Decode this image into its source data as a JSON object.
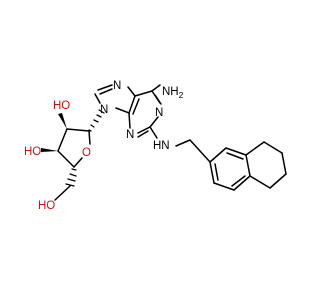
{
  "molecule": {
    "atoms": {
      "nh2": {
        "symbol": "NH",
        "subscript": "2",
        "color": "#000000"
      },
      "n7": {
        "symbol": "N",
        "color": "#000000"
      },
      "n9": {
        "symbol": "N",
        "color": "#000000"
      },
      "n1": {
        "symbol": "N",
        "color": "#000000"
      },
      "n3": {
        "symbol": "N",
        "color": "#000000"
      },
      "nh_linker": {
        "symbol": "HN",
        "color": "#000000"
      },
      "ho_2prime": {
        "symbol": "HO",
        "color": "#d01010"
      },
      "ho_3prime": {
        "symbol": "HO",
        "color": "#d01010"
      },
      "o_ring": {
        "symbol": "O",
        "color": "#d01010"
      },
      "ho_5prime": {
        "symbol": "HO",
        "color": "#d01010"
      }
    }
  }
}
